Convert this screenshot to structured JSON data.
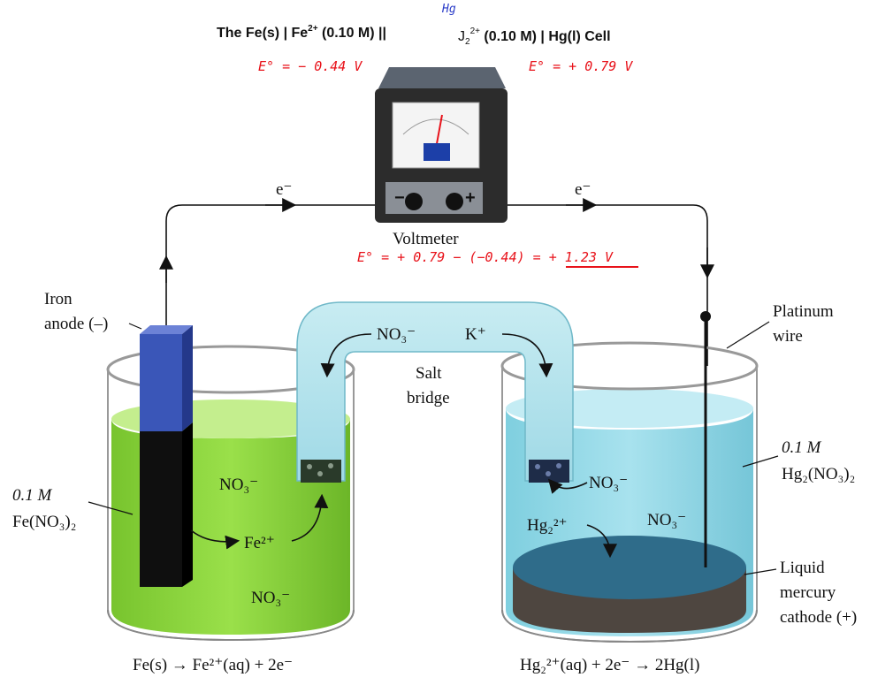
{
  "header": {
    "cell_title_left": "The Fe(s)  |  Fe",
    "cell_title_left_sup": "2+",
    "cell_title_left_conc": " (0.10 M)  ||",
    "cell_title_hg_handwritten": "Hg",
    "cell_title_right_j": "J",
    "cell_title_right_sub": "2",
    "cell_title_right_sup": "2+",
    "cell_title_right_rest": " (0.10 M)  |  Hg(l) Cell"
  },
  "annotations": {
    "e_left": "E° = − 0.44 V",
    "e_right": "E° = + 0.79 V",
    "e_total": "E° = + 0.79 − (−0.44) = + 1.23 V"
  },
  "voltmeter": {
    "label": "Voltmeter",
    "minus": "−",
    "plus": "+"
  },
  "electrons": {
    "left": "e⁻",
    "right": "e⁻"
  },
  "left_cell": {
    "anode_line1": "Iron",
    "anode_line2": "anode (–)",
    "conc_line1": "0.1 M",
    "conc_line2": "Fe(NO₃)₂",
    "ion_nitrate_upper": "NO₃⁻",
    "ion_fe": "Fe²⁺",
    "ion_nitrate_lower": "NO₃⁻",
    "reaction": "Fe(s) → Fe²⁺(aq) + 2e⁻"
  },
  "salt_bridge": {
    "label_line1": "Salt",
    "label_line2": "bridge",
    "ion_nitrate": "NO₃⁻",
    "ion_k": "K⁺"
  },
  "right_cell": {
    "wire_line1": "Platinum",
    "wire_line2": "wire",
    "conc_line1": "0.1 M",
    "conc_line2": "Hg₂(NO₃)₂",
    "ion_nitrate_upper": "NO₃⁻",
    "ion_hg": "Hg₂²⁺",
    "ion_nitrate_lower": "NO₃⁻",
    "cathode_line1": "Liquid",
    "cathode_line2": "mercury",
    "cathode_line3": "cathode (+)",
    "reaction": "Hg₂²⁺(aq) + 2e⁻ → 2Hg(l)"
  },
  "colors": {
    "green_solution": "#8cd23c",
    "blue_solution": "#8fd6e4",
    "mercury": "#2f6c8a",
    "iron_electrode": "#3a56b8",
    "handwriting": "#e8121a",
    "handwriting_blue": "#2a3cc8"
  }
}
